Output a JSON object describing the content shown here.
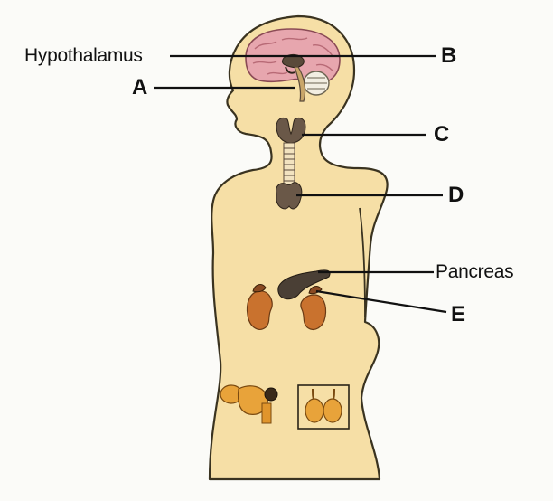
{
  "diagram": {
    "labels": {
      "hypothalamus": "Hypothalamus",
      "a": "A",
      "b": "B",
      "c": "C",
      "d": "D",
      "pancreas": "Pancreas",
      "e": "E"
    },
    "colors": {
      "background": "#fbfbf8",
      "body_fill": "#f6dfa6",
      "body_outline": "#3a3320",
      "brain": "#e7a6ae",
      "brain_outline": "#8a4a55",
      "gland_dark": "#5a4a3a",
      "kidney": "#c9722e",
      "ovary": "#e8a33a",
      "leader_line": "#111111"
    },
    "icons": [
      "brain-icon",
      "pituitary-icon",
      "thyroid-icon",
      "thymus-icon",
      "pancreas-icon",
      "kidney-icon",
      "adrenal-icon",
      "ovary-icon",
      "testis-icon"
    ]
  }
}
